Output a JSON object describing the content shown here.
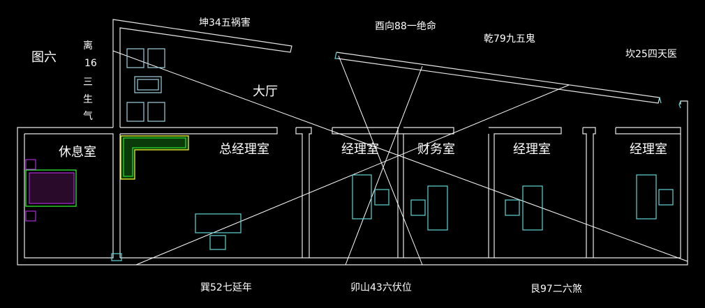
{
  "figure_label": "图六",
  "lobby_label": "大厅",
  "directions": {
    "north_west": "坤34五祸害",
    "north": "酉向88一绝命",
    "north_east": "乾79九五鬼",
    "east": "坎25四天医",
    "west": [
      "离",
      "16",
      "三",
      "生",
      "气"
    ],
    "south_west": "巽52七延年",
    "south": "卯山43六伏位",
    "south_east": "艮97二六煞"
  },
  "rooms": [
    "休息室",
    "总经理室",
    "经理室",
    "财务室",
    "经理室",
    "经理室"
  ],
  "colors": {
    "background": "#000000",
    "wall": "#e8e8e8",
    "cyan": "#5fd6d6",
    "sofa": "#33ff33",
    "bed": "#cc33ff"
  }
}
